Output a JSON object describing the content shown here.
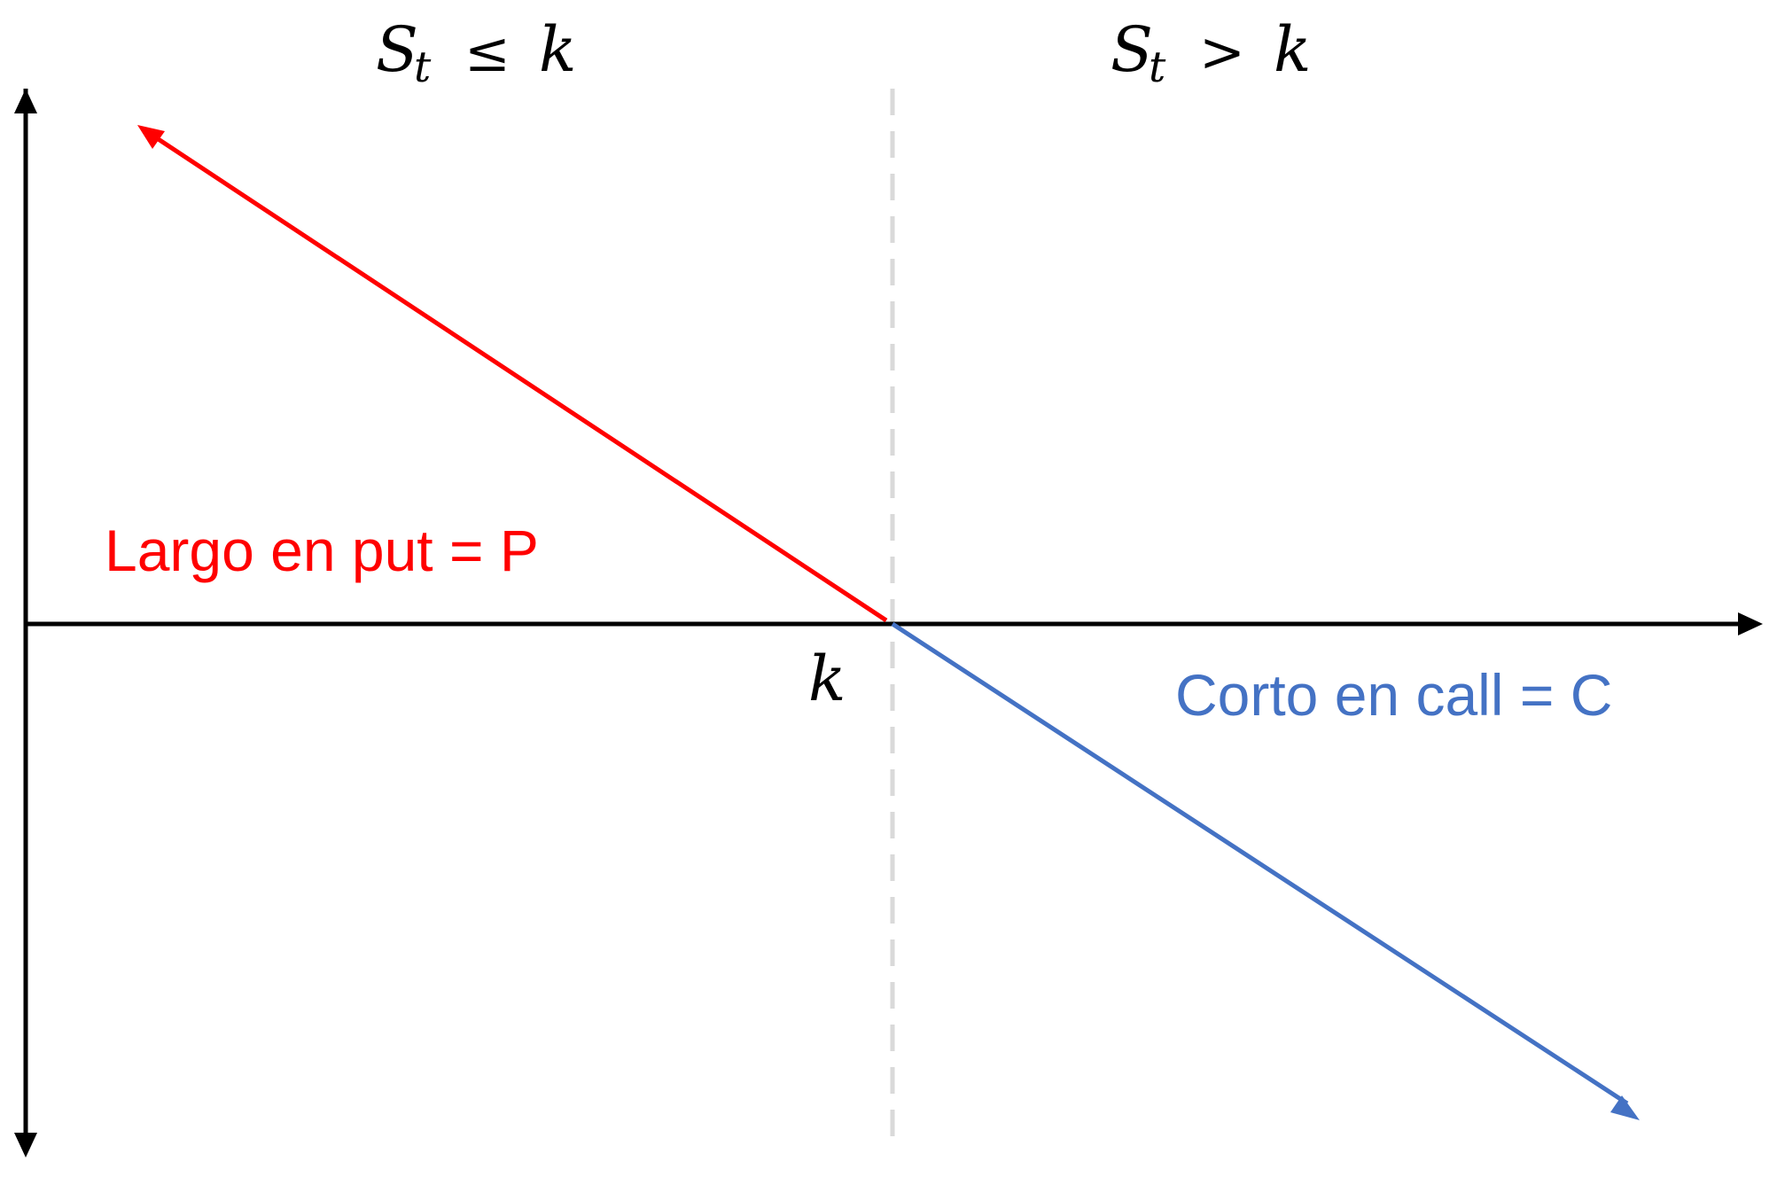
{
  "regions": {
    "left": {
      "var": "S",
      "sub": "t",
      "op": "≤",
      "k": "k"
    },
    "right": {
      "var": "S",
      "sub": "t",
      "op": ">",
      "k": "k"
    }
  },
  "strike_label": "k",
  "lines": {
    "put": {
      "label": "Largo en put = P",
      "color": "#ff0000"
    },
    "call": {
      "label": "Corto en call = C",
      "color": "#4472c4"
    }
  },
  "axis_color": "#000000",
  "divider_color": "#d9d9d9"
}
